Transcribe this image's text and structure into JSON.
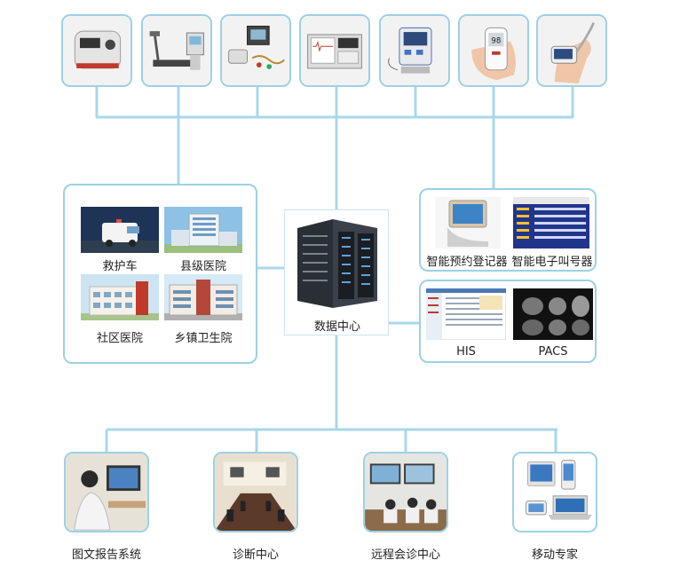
{
  "facilities": {
    "ambulance": "救护车",
    "county_hospital": "县级医院",
    "community_hospital": "社区医院",
    "township_clinic": "乡镇卫生院"
  },
  "data_center": {
    "label": "数据中心"
  },
  "services": {
    "booking_kiosk": "智能预约登记器",
    "queue_caller": "智能电子叫号器"
  },
  "systems": {
    "his": "HIS",
    "pacs": "PACS"
  },
  "consumers": {
    "report_system": "图文报告系统",
    "diagnosis_center": "诊断中心",
    "remote_consult": "远程会诊中心",
    "mobile_expert": "移动专家"
  },
  "colors": {
    "connector": "#a8d8ea",
    "border": "#9dd1e3"
  }
}
